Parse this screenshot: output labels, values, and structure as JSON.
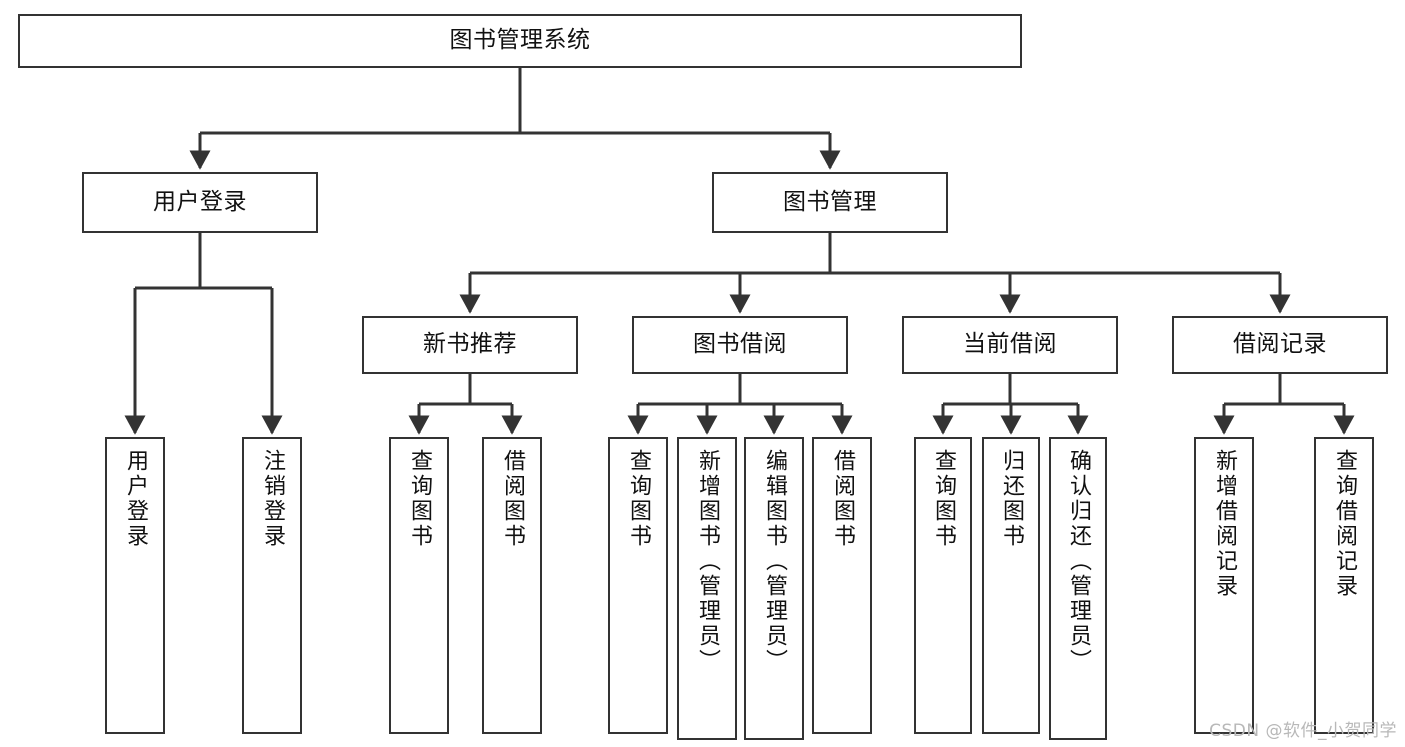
{
  "diagram": {
    "title": "图书管理系统",
    "type": "tree",
    "watermark": "CSDN @软件_小贺同学",
    "colors": {
      "box_stroke": "#333333",
      "box_fill": "#ffffff",
      "edge": "#333333",
      "text": "#111111",
      "watermark": "#b8b8b8",
      "background": "#ffffff"
    },
    "nodes": {
      "root": {
        "label": "图书管理系统",
        "orientation": "horizontal"
      },
      "l2": [
        {
          "label": "用户登录",
          "orientation": "horizontal"
        },
        {
          "label": "图书管理",
          "orientation": "horizontal"
        }
      ],
      "l3": [
        {
          "label": "新书推荐",
          "orientation": "horizontal"
        },
        {
          "label": "图书借阅",
          "orientation": "horizontal"
        },
        {
          "label": "当前借阅",
          "orientation": "horizontal"
        },
        {
          "label": "借阅记录",
          "orientation": "horizontal"
        }
      ],
      "leaves_user_login": [
        {
          "label": "用户登录",
          "orientation": "vertical"
        },
        {
          "label": "注销登录",
          "orientation": "vertical"
        }
      ],
      "leaves_new_book": [
        {
          "label": "查询图书",
          "orientation": "vertical"
        },
        {
          "label": "借阅图书",
          "orientation": "vertical"
        }
      ],
      "leaves_borrow": [
        {
          "label": "查询图书",
          "orientation": "vertical"
        },
        {
          "label": "新增图书（管理员）",
          "orientation": "vertical"
        },
        {
          "label": "编辑图书（管理员）",
          "orientation": "vertical"
        },
        {
          "label": "借阅图书",
          "orientation": "vertical"
        }
      ],
      "leaves_current": [
        {
          "label": "查询图书",
          "orientation": "vertical"
        },
        {
          "label": "归还图书",
          "orientation": "vertical"
        },
        {
          "label": "确认归还（管理员）",
          "orientation": "vertical"
        }
      ],
      "leaves_records": [
        {
          "label": "新增借阅记录",
          "orientation": "vertical"
        },
        {
          "label": "查询借阅记录",
          "orientation": "vertical"
        }
      ]
    }
  }
}
